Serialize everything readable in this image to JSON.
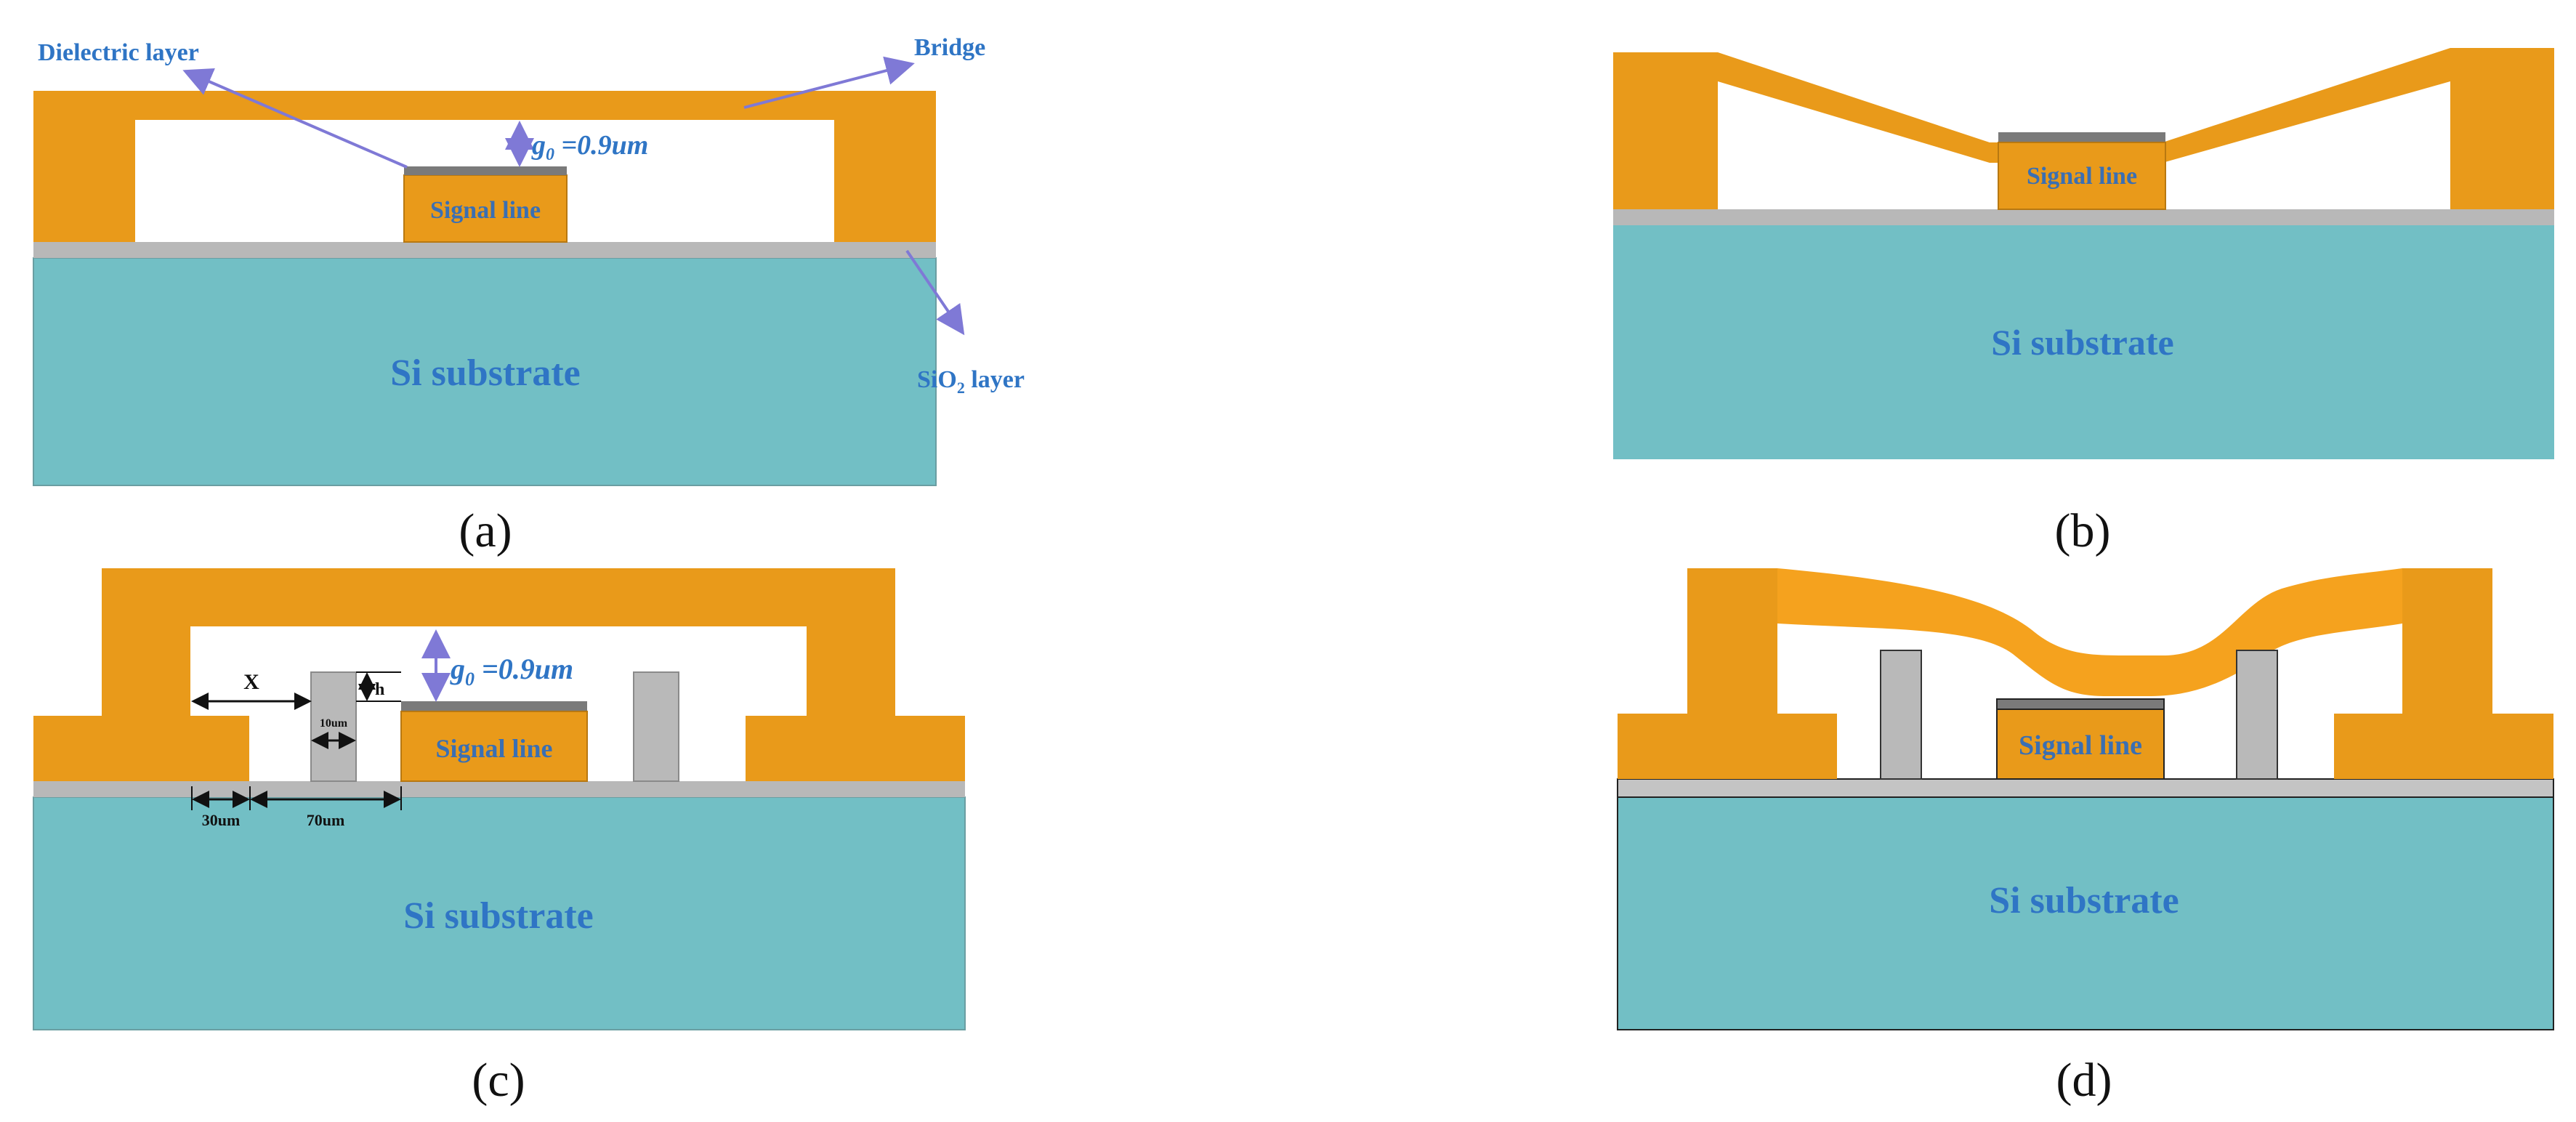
{
  "colors": {
    "bridge": "#e99a1a",
    "bridge_light": "#f5a21e",
    "substrate": "#72bfc5",
    "sio2": "#b8b8b8",
    "dielectric": "#7a7a7a",
    "post": "#b9b9b9",
    "arrow": "#7f79d6",
    "label_text": "#2f75c5"
  },
  "panel_a": {
    "caption": "(a)",
    "substrate_label": "Si substrate",
    "signal_line_label": "Signal line",
    "dielectric_layer_label": "Dielectric layer",
    "bridge_label": "Bridge",
    "sio2_label": "SiO",
    "sio2_sub": "2",
    "sio2_suffix": " layer",
    "gap_symbol": "g",
    "gap_sub": "0",
    "gap_value": " =0.9um"
  },
  "panel_b": {
    "caption": "(b)",
    "substrate_label": "Si substrate",
    "signal_line_label": "Signal line"
  },
  "panel_c": {
    "caption": "(c)",
    "substrate_label": "Si substrate",
    "signal_line_label": "Signal line",
    "gap_symbol": "g",
    "gap_sub": "0",
    "gap_value": " =0.9um",
    "dim_x": "X",
    "dim_h": "h",
    "dim_post_width": "10um",
    "dim_30": "30um",
    "dim_70": "70um"
  },
  "panel_d": {
    "caption": "(d)",
    "substrate_label": "Si substrate",
    "signal_line_label": "Signal line"
  }
}
